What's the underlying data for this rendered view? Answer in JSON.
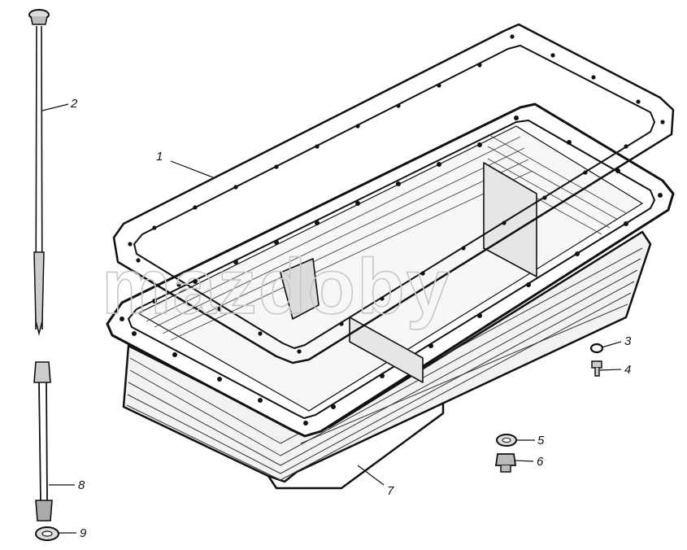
{
  "watermark": "mazdoby",
  "callouts": [
    {
      "id": "1",
      "label": "1"
    },
    {
      "id": "2",
      "label": "2"
    },
    {
      "id": "3",
      "label": "3"
    },
    {
      "id": "4",
      "label": "4"
    },
    {
      "id": "5",
      "label": "5"
    },
    {
      "id": "6",
      "label": "6"
    },
    {
      "id": "7",
      "label": "7"
    },
    {
      "id": "8",
      "label": "8"
    },
    {
      "id": "9",
      "label": "9"
    }
  ],
  "colors": {
    "ink": "#111111",
    "watermark": "#c8c8c8",
    "background": "#ffffff"
  }
}
